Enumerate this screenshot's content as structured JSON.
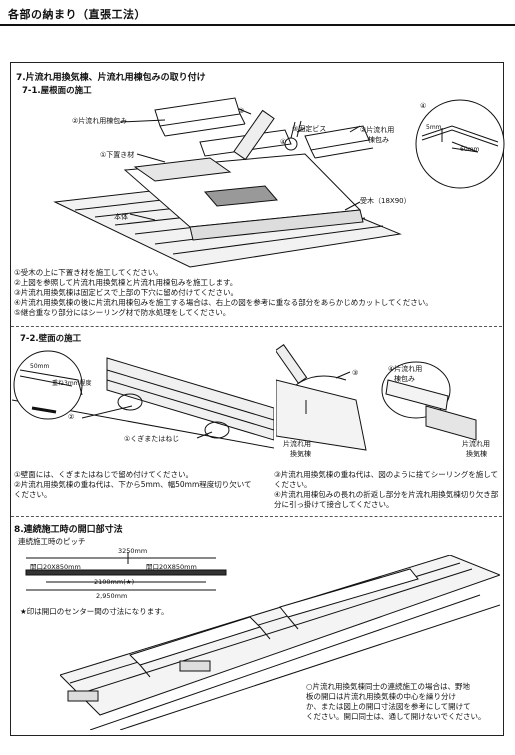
{
  "header": {
    "title": "各部の納まり（直張工法）"
  },
  "section7": {
    "title": "7.片流れ用換気棟、片流れ用棟包みの取り付け",
    "sub1": {
      "title": "7-1.屋根面の施工",
      "labels": {
        "cap": "②片流れ用棟包み",
        "num3": "③",
        "screw": "③固定ビス",
        "cap_r1": "②片流れ用",
        "cap_r2": "棟包み",
        "num4": "④",
        "base": "①下置き材",
        "roof": "本体",
        "ridge": "受木（18X90）",
        "detail_num": "④",
        "detail_5mm": "5mm",
        "detail_60mm": "60mm"
      },
      "notes": [
        "①受木の上に下置き材を施工してください。",
        "②上図を参照して片流れ用換気棟と片流れ用棟包みを施工します。",
        "③片流れ用換気棟は固定ビスで上部の下穴に留め付けてください。",
        "④片流れ用換気棟の後に片流れ用棟包みを施工する場合は、右上の図を参考に重なる部分をあらかじめカットしてください。",
        "⑤継合重なり部分にはシーリング材で防水処理をしてください。"
      ]
    },
    "sub2": {
      "title": "7-2.壁面の施工",
      "labels": {
        "d50": "50mm",
        "dim": "重ね3mm程度",
        "nail": "①くぎまたはねじ",
        "n2": "②",
        "n3": "③",
        "vent1": "片流れ用",
        "vent2": "換気棟",
        "cap1": "④片流れ用",
        "cap2": "棟包み",
        "vent3": "片流れ用",
        "vent4": "換気棟"
      },
      "notes_left": [
        "①壁面には、くぎまたはねじで留め付けてください。",
        "②片流れ用換気棟の重ね代は、下から5mm、幅50mm程度切り欠いてください。"
      ],
      "notes_right": [
        "③片流れ用換気棟の重ね代は、図のように捨てシーリングを施してください。",
        "④片流れ用棟包みの長れの折返し部分を片流れ用換気棟切り欠き部分に引っ掛けて接合してください。"
      ]
    }
  },
  "section8": {
    "title": "8.連続施工時の開口部寸法",
    "subtitle": "連続施工時のピッチ",
    "dims": {
      "d1": "3250mm",
      "open1": "開口20X850mm",
      "open2": "開口20X850mm",
      "d2": "2100mm(★)",
      "d3": "2,950mm"
    },
    "star_note": "★印は開口のセンター間の寸法になります。",
    "bottom_note": [
      "○片流れ用換気棟同士の連続施工の場合は、野地",
      "板の開口は片流れ用換気棟の中心を繰り分け",
      "か、または図上の開口寸法図を参考にして開けて",
      "ください。開口同士は、通して開けないでください。"
    ]
  }
}
